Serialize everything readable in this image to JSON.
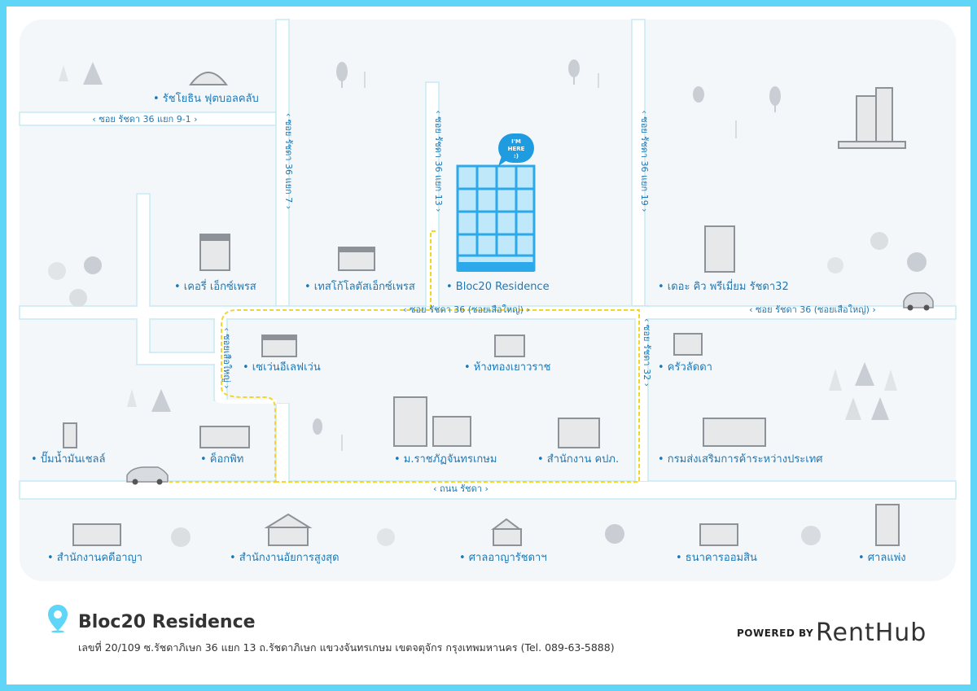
{
  "property": {
    "name": "Bloc20 Residence",
    "address": "เลขที่ 20/109 ซ.รัชดาภิเษก 36 แยก 13 ถ.รัชดาภิเษก แขวงจันทรเกษม เขตจตุจักร กรุงเทพมหานคร (Tel. 089-63-5888)",
    "bubble_line1": "I'M",
    "bubble_line2": "HERE",
    "bubble_line3": ":)"
  },
  "branding": {
    "powered_by": "POWERED BY",
    "brand": "RentHub"
  },
  "roads": {
    "soi_9_1": "ซอย รัชดา 36 แยก 9-1",
    "soi_7": "ซอย รัชดา 36 แยก 7",
    "soi_13": "ซอย รัชดา 36 แยก 13",
    "soi_19": "ซอย รัชดา 36 แยก 19",
    "soi_36_left": "ซอย รัชดา 36 (ซอยเสือใหญ่)",
    "soi_36_right": "ซอย รัชดา 36 (ซอยเสือใหญ่)",
    "soi_suea_yai": "ซอยเสือใหญ่",
    "soi_32": "ซอย รัชดา 32",
    "thanon_ratchada": "ถนน รัชดา"
  },
  "landmarks": {
    "football_club": "รัชโยธิน ฟุตบอลคลับ",
    "kerry": "เคอรี่ เอ็กซ์เพรส",
    "tesco": "เทสโก้โลตัสเอ็กซ์เพรส",
    "bloc20": "Bloc20 Residence",
    "the_cue": "เดอะ คิว พรีเมี่ยม รัชดา32",
    "seven_eleven": "เซเว่นอีเลฟเว่น",
    "gold_shop": "ห้างทองเยาวราช",
    "temple": "ครัวลัดดา",
    "shell": "ปั๊มน้ำมันเชลล์",
    "cockpit": "ค็อกพิท",
    "university": "ม.ราชภัฏจันทรเกษม",
    "ncc_office": "สำนักงาน คปภ.",
    "trade_dept": "กรมส่งเสริมการค้าระหว่างประเทศ",
    "ag_office": "สำนักงานคดีอาญา",
    "attorney_general": "สำนักงานอัยการสูงสุด",
    "criminal_court": "ศาลอาญารัชดาฯ",
    "gsb_bank": "ธนาคารออมสิน",
    "civil_court": "ศาลแพ่ง"
  },
  "colors": {
    "frame": "#5fd6f7",
    "road_line": "#c6eaf4",
    "block": "#f4f7fa",
    "building": "#2ba9ea",
    "route": "#f4d433",
    "label": "#1f78b4"
  }
}
